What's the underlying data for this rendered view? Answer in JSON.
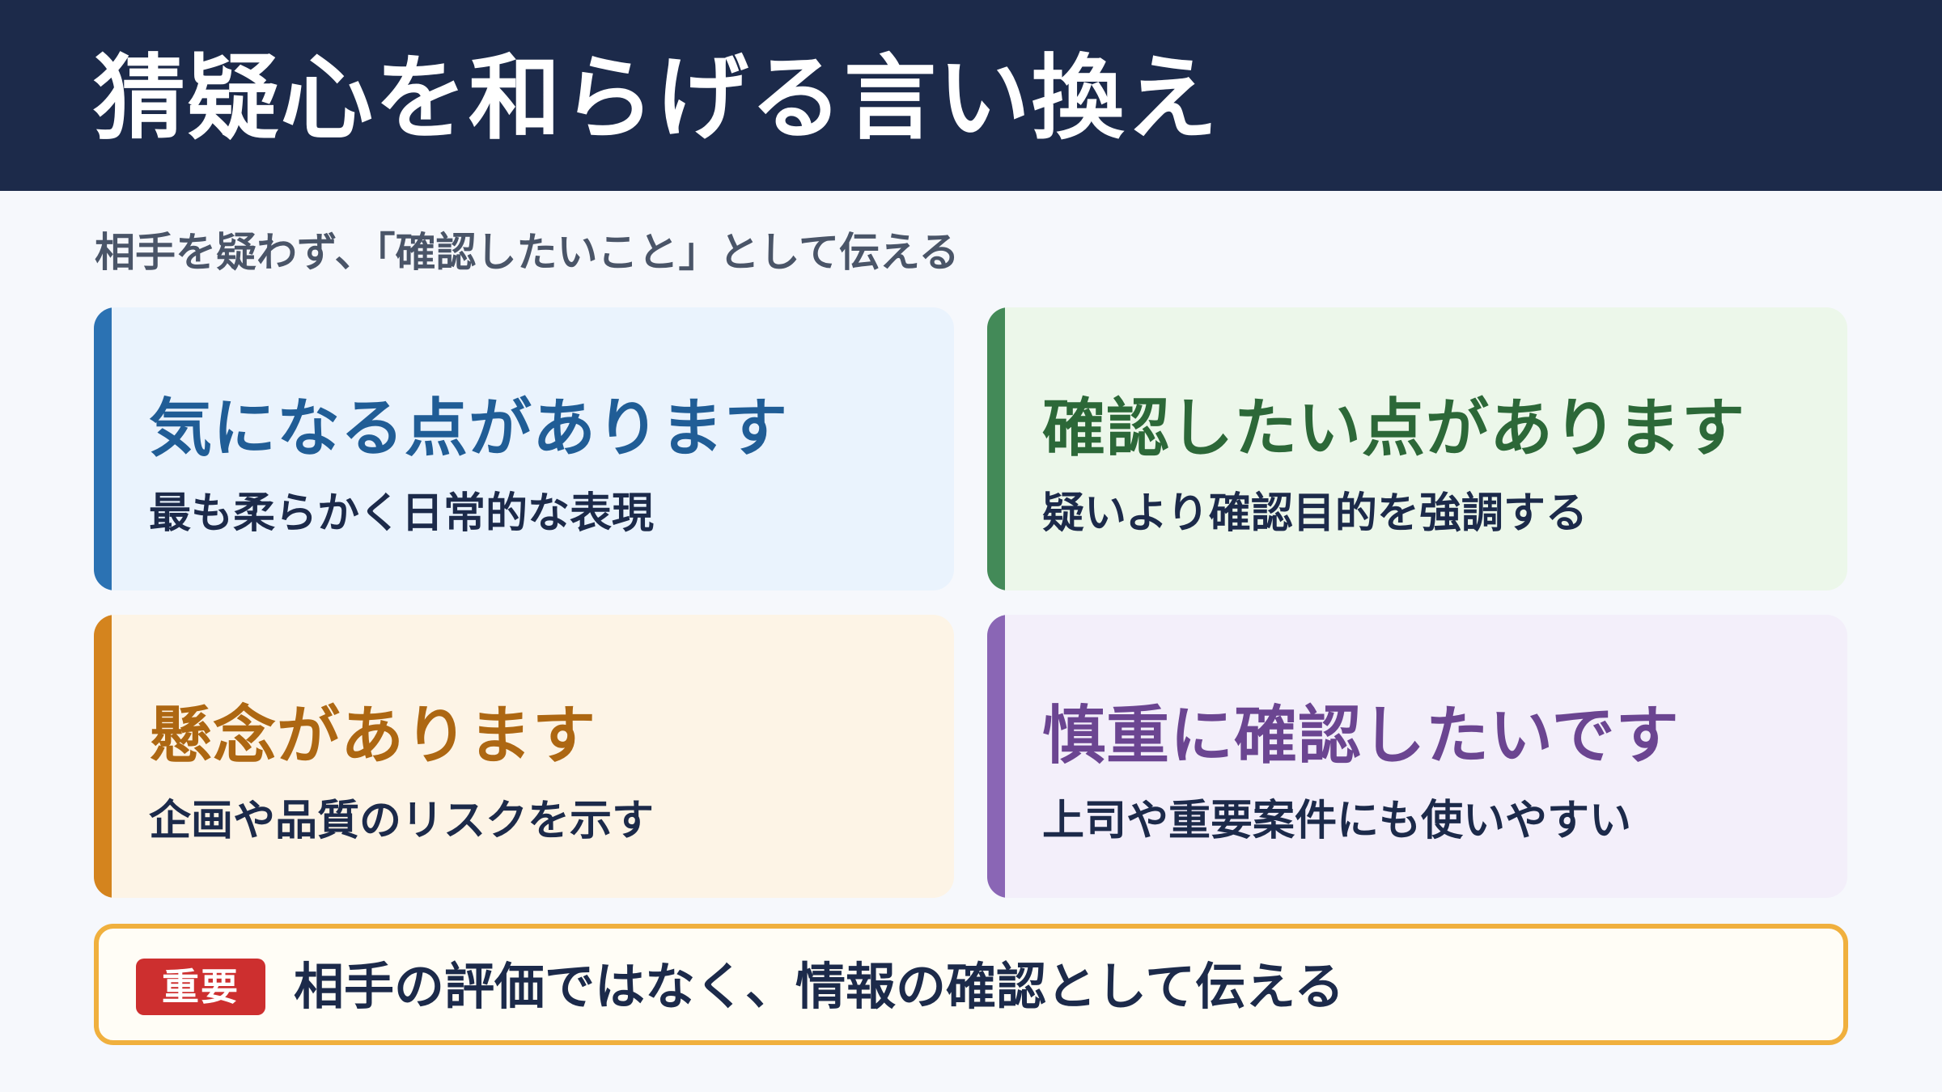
{
  "header": {
    "title": "猜疑心を和らげる言い換え",
    "background_color": "#1c2a4a"
  },
  "subtitle": "相手を疑わず、「確認したいこと」として伝える",
  "cards": [
    {
      "heading": "気になる点があります",
      "description": "最も柔らかく日常的な表現",
      "accent_color": "#2b72b3"
    },
    {
      "heading": "確認したい点があります",
      "description": "疑いより確認目的を強調する",
      "accent_color": "#438a58"
    },
    {
      "heading": "懸念があります",
      "description": "企画や品質のリスクを示す",
      "accent_color": "#d4841e"
    },
    {
      "heading": "慎重に確認したいです",
      "description": "上司や重要案件にも使いやすい",
      "accent_color": "#8a66b5"
    }
  ],
  "note": {
    "badge": "重要",
    "text": "相手の評価ではなく、情報の確認として伝える",
    "border_color": "#f0b03e",
    "badge_color": "#cd2f2f"
  }
}
